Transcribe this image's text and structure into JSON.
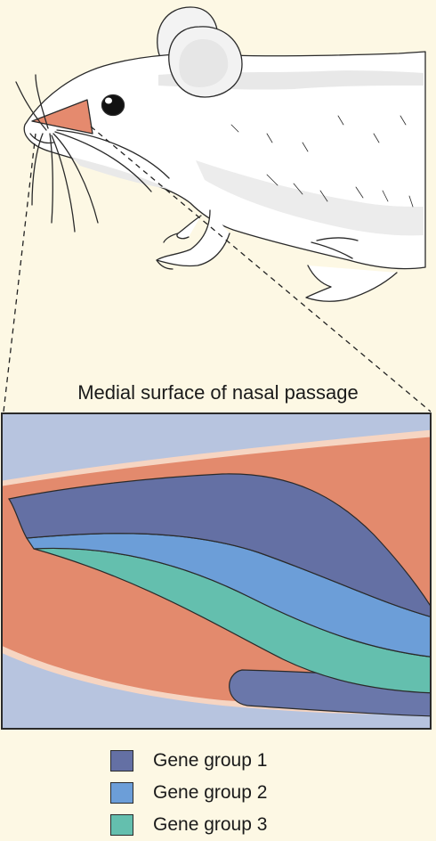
{
  "diagram": {
    "caption": "Medial surface of nasal passage",
    "colors": {
      "background": "#fdf8e4",
      "nasal_tissue": "#e38a6d",
      "passage_wall": "#b7c4df",
      "gene_group_1": "#6470a4",
      "gene_group_2": "#6c9ed8",
      "gene_group_3": "#64bfae",
      "nose_highlight": "#e58a6e"
    }
  },
  "legend": {
    "items": [
      {
        "label": "Gene group 1",
        "color": "#6470a4"
      },
      {
        "label": "Gene group 2",
        "color": "#6c9ed8"
      },
      {
        "label": "Gene group 3",
        "color": "#64bfae"
      }
    ]
  }
}
